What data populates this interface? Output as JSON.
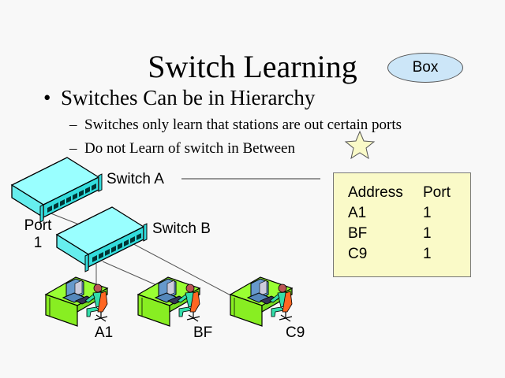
{
  "slide": {
    "title": "Switch Learning",
    "bullets": [
      {
        "text": "Switches Can be in Hierarchy",
        "symbol": "•",
        "sub_bullets": [
          {
            "symbol": "–",
            "text": "Switches only learn that stations are out certain ports"
          },
          {
            "symbol": "–",
            "text": "Do not Learn of switch in Between"
          }
        ]
      }
    ],
    "box_button": {
      "label": "Box",
      "fill": "#cce6f8"
    },
    "star": {
      "fill": "#fafac8",
      "icon": "star-icon"
    }
  },
  "diagram": {
    "switches": [
      {
        "id": "switch-a",
        "label": "Switch A",
        "icon": "network-switch-icon"
      },
      {
        "id": "switch-b",
        "label": "Switch B",
        "icon": "network-switch-icon"
      }
    ],
    "port_label": {
      "line1": "Port",
      "line2": "1"
    },
    "stations": [
      {
        "id": "A1",
        "label": "A1",
        "icon": "workstation-icon"
      },
      {
        "id": "BF",
        "label": "BF",
        "icon": "workstation-icon"
      },
      {
        "id": "C9",
        "label": "C9",
        "icon": "workstation-icon"
      }
    ],
    "colors": {
      "switch": "#99ffff",
      "desk": "#99ff33",
      "monitor": "#6699cc",
      "person_shirt": "#33ddaa",
      "chair": "#ff6622"
    }
  },
  "address_table": {
    "fill": "#fafac8",
    "headers": [
      "Address",
      "Port"
    ],
    "rows": [
      [
        "A1",
        "1"
      ],
      [
        "BF",
        "1"
      ],
      [
        "C9",
        "1"
      ]
    ]
  }
}
